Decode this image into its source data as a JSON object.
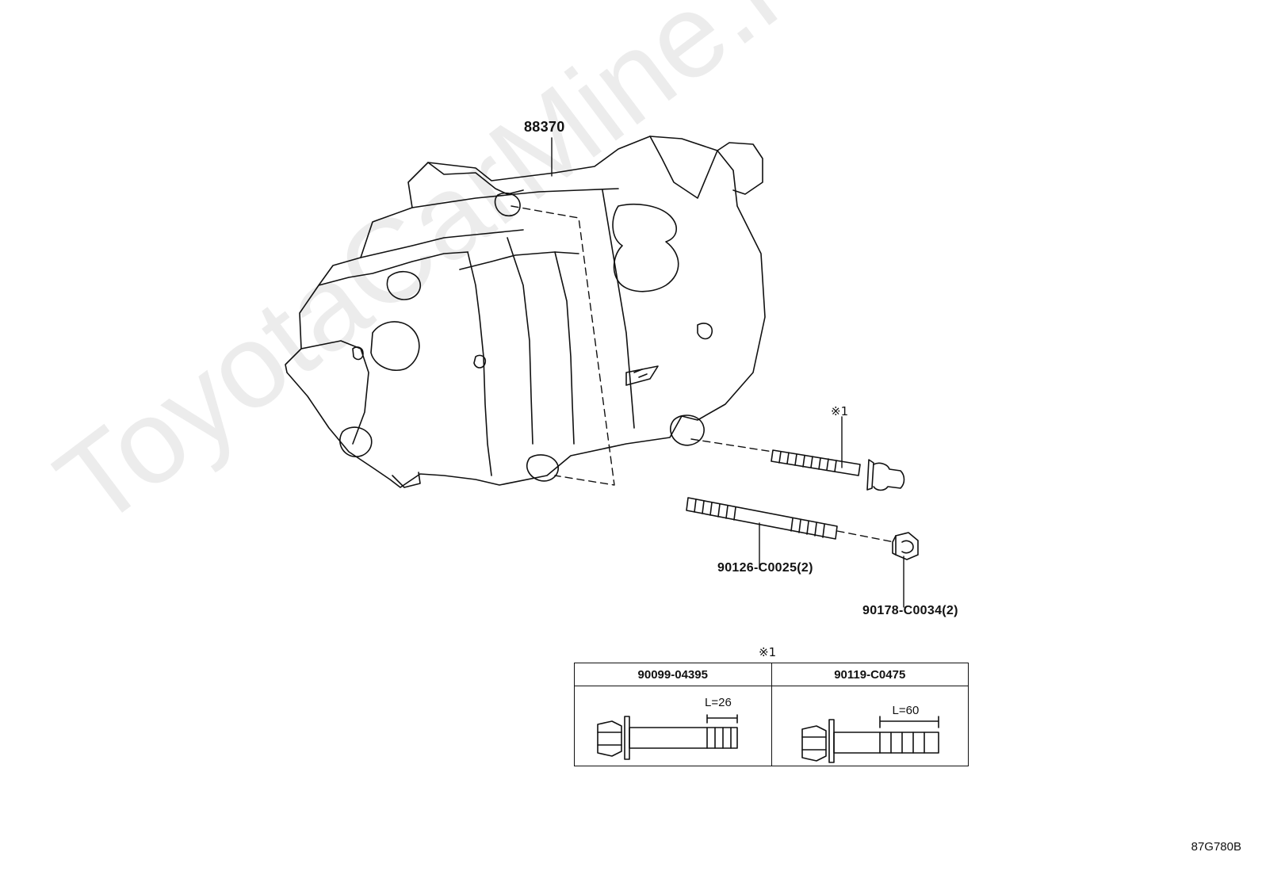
{
  "watermark": "ToyotaCarMine.ru",
  "diagram_code": "87G780B",
  "parts": {
    "compressor": "88370",
    "stud_bolt": "90126-C0025(2)",
    "nut": "90178-C0034(2)",
    "bolt_ref": "※1"
  },
  "table": {
    "ref": "※1",
    "columns": [
      {
        "part": "90099-04395",
        "length": "L=26"
      },
      {
        "part": "90119-C0475",
        "length": "L=60"
      }
    ]
  }
}
